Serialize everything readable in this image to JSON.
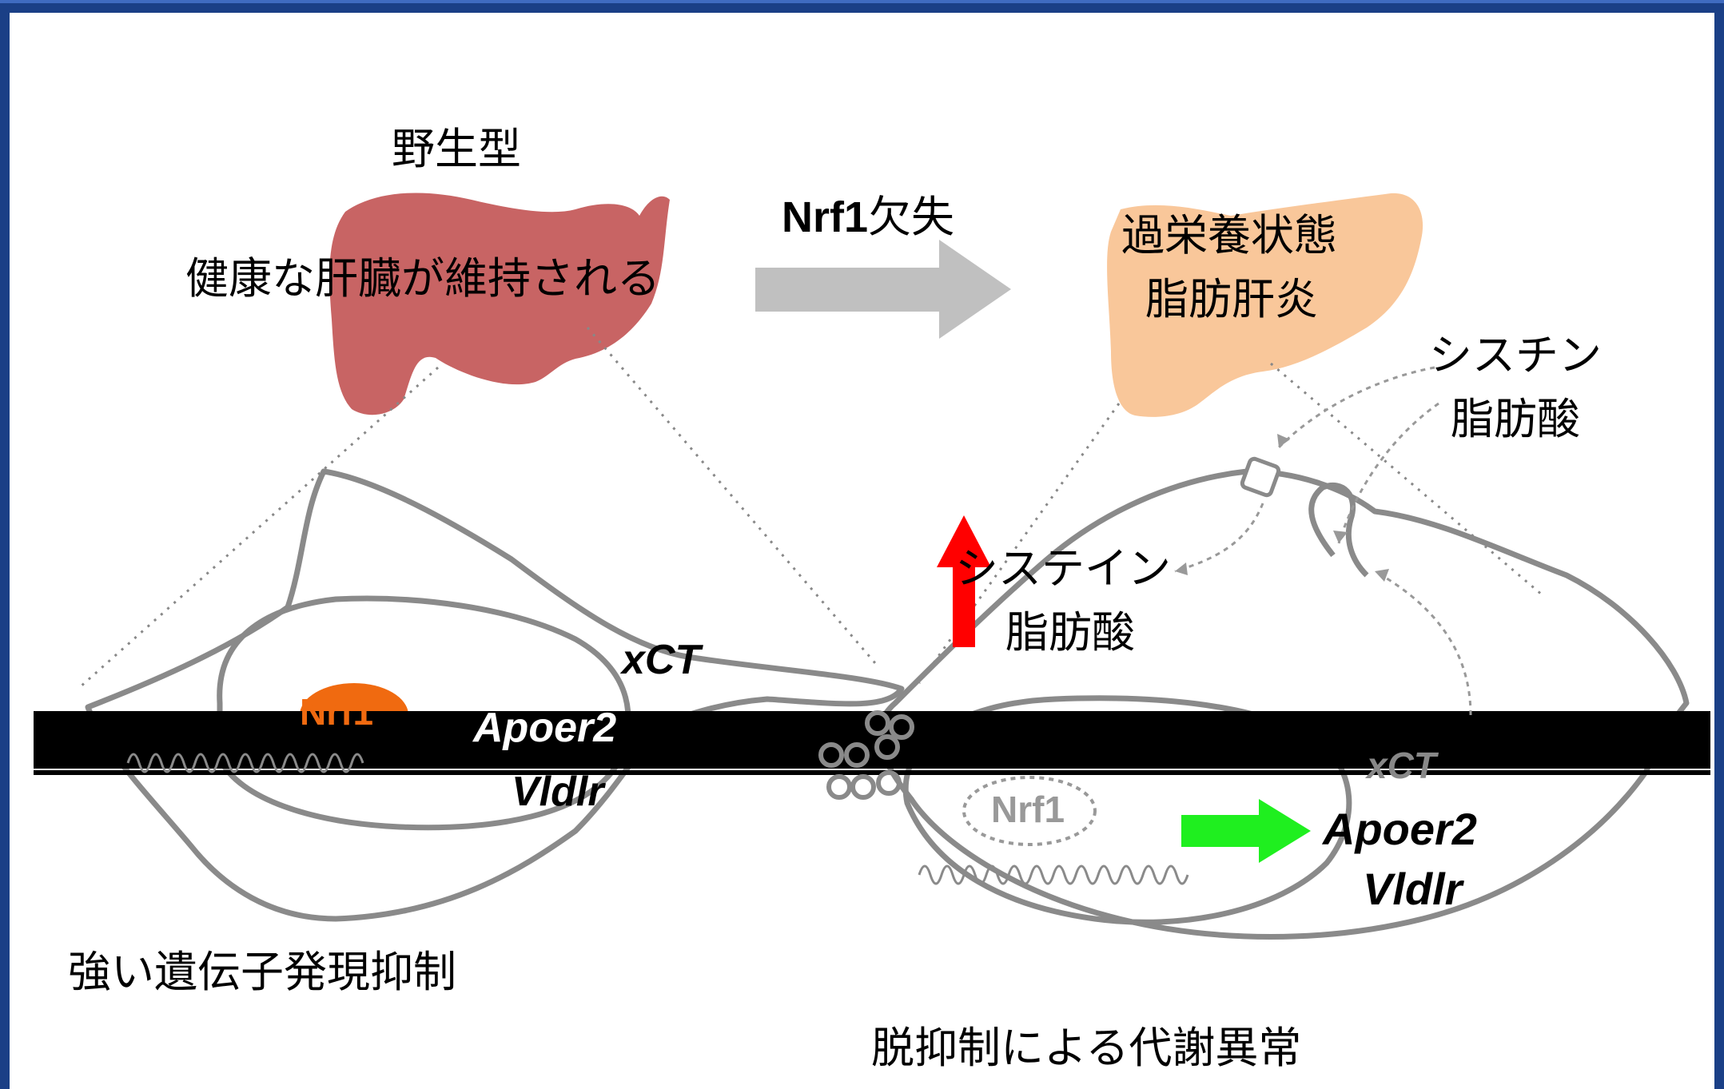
{
  "wildtype": {
    "title": "野生型",
    "liver_text": "健康な肝臓が維持される",
    "bottom_caption": "強い遺伝子発現抑制",
    "genes_top": "Apoer2",
    "genes_bottom": "Vldlr",
    "xct": "xCT",
    "nrf1": "Nrf1"
  },
  "transition": {
    "label_bold": "Nrf1",
    "label_rest": "欠失"
  },
  "knockout": {
    "liver_line1": "過栄養状態",
    "liver_line2": "脂肪肝炎",
    "input_line1": "シスチン",
    "input_line2": "脂肪酸",
    "output_line1": "システイン",
    "output_line2": "脂肪酸",
    "nrf1": "Nrf1",
    "xct": "xCT",
    "gene1": "Apoer2",
    "gene2": "Vldlr",
    "bottom_caption": "脱抑制による代謝異常"
  },
  "colors": {
    "frame": "#1a3f86",
    "liver_healthy": "#c86464",
    "liver_fatty": "#f9c79a",
    "arrow_gray": "#c0c0c0",
    "arrow_red": "#ff0000",
    "arrow_green": "#1fef1f",
    "nrf1_blob": "#f06a10",
    "outline": "#8a8a8a"
  }
}
